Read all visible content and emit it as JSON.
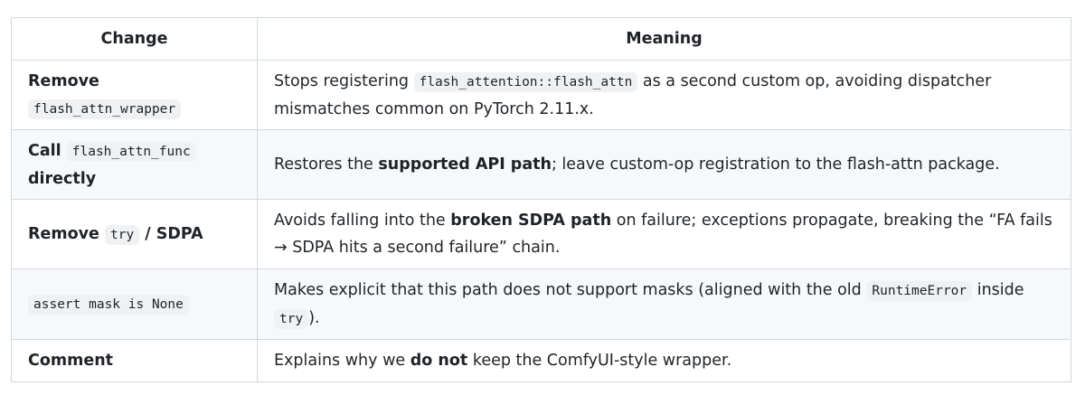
{
  "table": {
    "headers": [
      "Change",
      "Meaning"
    ],
    "rows": [
      {
        "change": {
          "text": "Remove",
          "code": "flash_attn_wrapper"
        },
        "meaning": {
          "before": "Stops registering",
          "code": "flash_attention::flash_attn",
          "after": "as a second custom op, avoiding dispatcher mismatches common on PyTorch 2.11.x."
        }
      },
      {
        "change": {
          "before": "Call",
          "code": "flash_attn_func",
          "after": "directly"
        },
        "meaning": {
          "before": "Restores the",
          "bold": "supported API path",
          "after": "; leave custom-op registration to the flash-attn package."
        }
      },
      {
        "change": {
          "before": "Remove",
          "code": "try",
          "after": "/ SDPA"
        },
        "meaning": {
          "before": "Avoids falling into the",
          "bold": "broken SDPA path",
          "after": "on failure; exceptions propagate, breaking the “FA fails → SDPA hits a second failure” chain."
        }
      },
      {
        "change": {
          "code": "assert mask is None"
        },
        "meaning": {
          "before": "Makes explicit that this path does not support masks (aligned with the old",
          "code": "RuntimeError",
          "middle": "inside",
          "code2": "try",
          "after": ")."
        }
      },
      {
        "change": {
          "text": "Comment"
        },
        "meaning": {
          "before": "Explains why we",
          "bold": "do not",
          "after": "keep the ComfyUI-style wrapper."
        }
      }
    ]
  }
}
